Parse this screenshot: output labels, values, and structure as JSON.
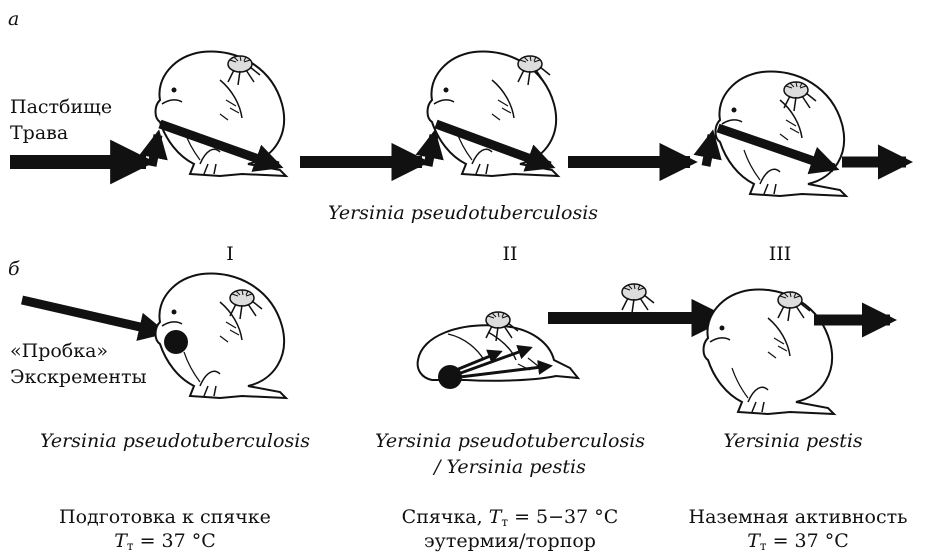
{
  "panel_a": {
    "letter": "а",
    "source_label_1": "Пастбище",
    "source_label_2": "Трава",
    "caption": "Yersinia pseudotuberculosis"
  },
  "panel_b": {
    "letter": "б",
    "stages": [
      {
        "roman": "I",
        "organism": "Yersinia pseudotuberculosis",
        "organism_line2": "",
        "state": "Подготовка к спячке",
        "temp_symbol": "T",
        "temp_sub": "т",
        "temp_value": "= 37 °C"
      },
      {
        "roman": "II",
        "organism": "Yersinia pseudotuberculosis",
        "organism_line2": "/ Yersinia pestis",
        "state": "Спячка, ",
        "temp_symbol": "T",
        "temp_sub": "т",
        "temp_value": "= 5−37 °C",
        "state_line2": "эутермия/торпор"
      },
      {
        "roman": "III",
        "organism": "Yersinia pestis",
        "organism_line2": "",
        "state": "Наземная активность",
        "temp_symbol": "T",
        "temp_sub": "т",
        "temp_value": "= 37 °C"
      }
    ],
    "plug_label": "«Пробка»",
    "excrement_label": "Экскременты"
  }
}
